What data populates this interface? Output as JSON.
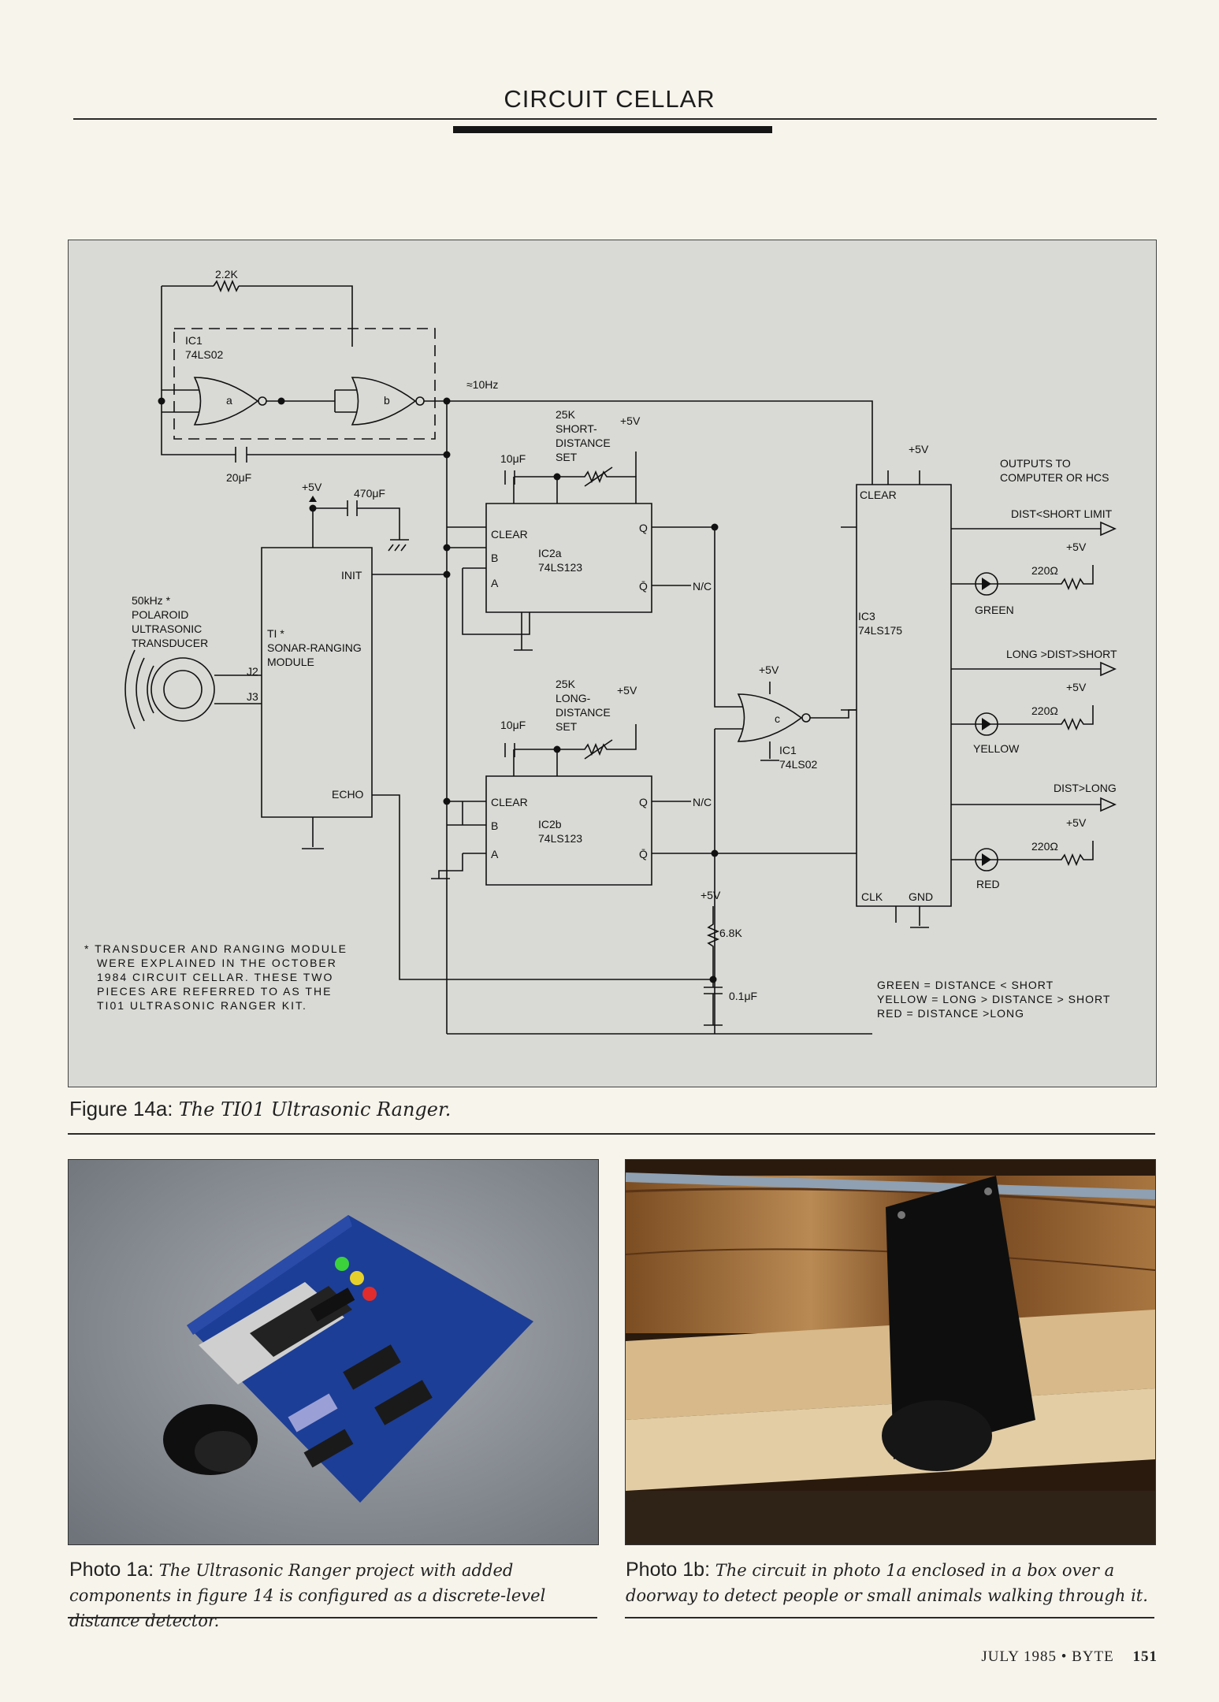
{
  "header": {
    "title": "CIRCUIT CELLAR"
  },
  "figure": {
    "caption_number": "Figure 14a:",
    "caption_text": "The TI01 Ultrasonic Ranger.",
    "labels": {
      "r_2k2": "2.2K",
      "ic1_name": "IC1",
      "ic1_part": "74LS02",
      "gate_a": "a",
      "gate_b": "b",
      "gate_c": "c",
      "cap_20uf": "20μF",
      "osc_freq": "≈10Hz",
      "plus5v": "+5V",
      "cap_470uf": "470μF",
      "init": "INIT",
      "echo": "ECHO",
      "module_line1": "TI *",
      "module_line2": "SONAR-RANGING",
      "module_line3": "MODULE",
      "transducer_line1": "50kHz *",
      "transducer_line2": "POLAROID",
      "transducer_line3": "ULTRASONIC",
      "transducer_line4": "TRANSDUCER",
      "j2": "J2",
      "j3": "J3",
      "cap_10uf": "10μF",
      "short_pot_1": "25K",
      "short_pot_2": "SHORT-",
      "short_pot_3": "DISTANCE",
      "short_pot_4": "SET",
      "long_pot_1": "25K",
      "long_pot_2": "LONG-",
      "long_pot_3": "DISTANCE",
      "long_pot_4": "SET",
      "clear": "CLEAR",
      "pin_b": "B",
      "pin_a": "A",
      "pin_q": "Q",
      "pin_qbar": "Q̄",
      "nc": "N/C",
      "ic2a_name": "IC2a",
      "ic2b_name": "IC2b",
      "ic2_part": "74LS123",
      "ic1c_name": "IC1",
      "ic1c_part": "74LS02",
      "ic3_name": "IC3",
      "ic3_part": "74LS175",
      "outputs_1": "OUTPUTS TO",
      "outputs_2": "COMPUTER OR HCS",
      "out_1": "DIST<SHORT LIMIT",
      "out_2": "LONG >DIST>SHORT",
      "out_3": "DIST>LONG",
      "r_220": "220Ω",
      "green": "GREEN",
      "yellow": "YELLOW",
      "red": "RED",
      "clk": "CLK",
      "gnd": "GND",
      "r_6k8": "6.8K",
      "cap_01uf": "0.1μF",
      "note_1": "* TRANSDUCER AND RANGING MODULE",
      "note_2": "WERE EXPLAINED IN THE OCTOBER",
      "note_3": "1984 CIRCUIT CELLAR. THESE TWO",
      "note_4": "PIECES ARE REFERRED TO AS THE",
      "note_5": "TI01 ULTRASONIC RANGER KIT.",
      "legend_1": "GREEN = DISTANCE < SHORT",
      "legend_2": "YELLOW = LONG > DISTANCE > SHORT",
      "legend_3": "RED = DISTANCE >LONG"
    }
  },
  "photo_a": {
    "label": "Photo 1a:",
    "text": "The Ultrasonic Ranger project with added components in figure 14 is configured as a discrete-level distance detector."
  },
  "photo_b": {
    "label": "Photo 1b:",
    "text": "The circuit in photo 1a enclosed in a box over a doorway to detect people or small animals walking through it."
  },
  "footer": {
    "date": "JULY 1985 • BYTE",
    "page": "151"
  }
}
